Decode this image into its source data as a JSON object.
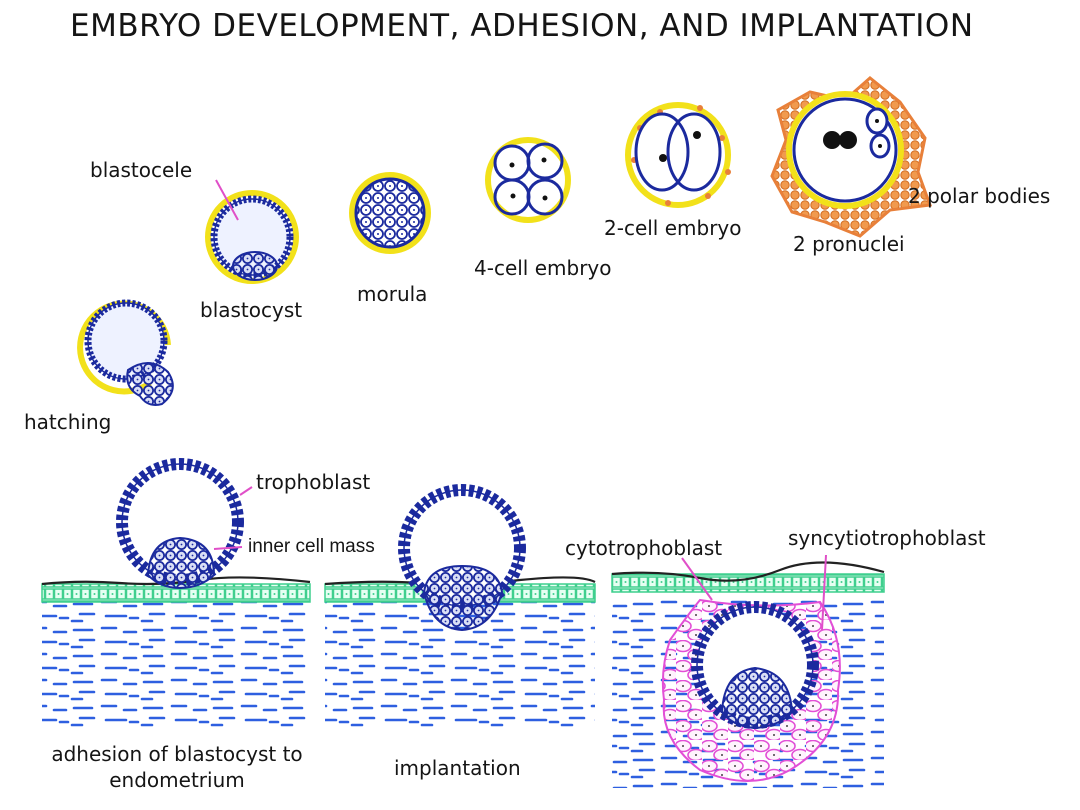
{
  "title": "EMBRYO DEVELOPMENT, ADHESION, AND IMPLANTATION",
  "labels": {
    "blastocele": "blastocele",
    "blastocyst": "blastocyst",
    "morula": "morula",
    "four_cell": "4-cell embryo",
    "two_cell": "2-cell embryo",
    "pronuclei": "2 pronuclei",
    "polar_bodies": "2 polar bodies",
    "hatching": "hatching",
    "trophoblast": "trophoblast",
    "inner_cell_mass": "inner cell mass",
    "cytotrophoblast": "cytotrophoblast",
    "syncytiotrophoblast": "syncytiotrophoblast",
    "adhesion_line1": "adhesion of blastocyst to",
    "adhesion_line2": "endometrium",
    "implantation": "implantation"
  },
  "colors": {
    "cell_outline": "#1b2a9e",
    "zona_pellucida": "#f2e11a",
    "epithelium": "#3fcf8e",
    "stroma_streaks": "#2e5fe0",
    "syncytio": "#e24fd6",
    "corona_cells": "#e8803a",
    "pointer": "#e04fc8"
  }
}
